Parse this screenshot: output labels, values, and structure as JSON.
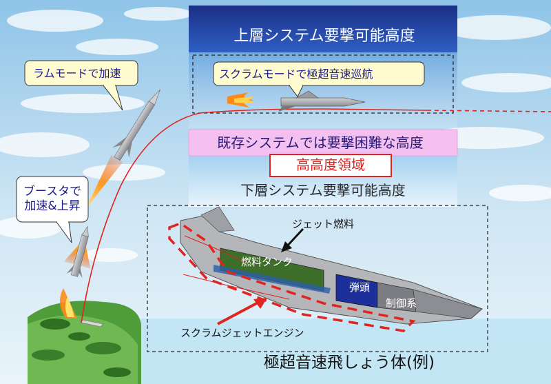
{
  "upper_band": {
    "label": "上層システム要撃可能高度"
  },
  "callouts": {
    "ram": "ラムモードで加速",
    "scram": "スクラムモードで極超音速巡航",
    "booster": "ブースタで加速&上昇"
  },
  "existing_band": {
    "label": "既存システムでは要撃困難な高度"
  },
  "high_region": {
    "label": "高高度領域"
  },
  "lower_band": {
    "label": "下層システム要撃可能高度"
  },
  "vehicle_labels": {
    "jet_fuel": "ジェット燃料",
    "fuel_tank": "燃料タンク",
    "warhead": "弾頭",
    "control": "制御系",
    "engine": "スクラムジェットエンジン"
  },
  "caption": "極超音速飛しょう体(例)",
  "colors": {
    "upper_band": "#1f3a9a",
    "existing_band": "#f3c0ef",
    "high_region_border": "#e0241f",
    "trajectory": "#e0241f",
    "sky": "#9fcde9"
  }
}
